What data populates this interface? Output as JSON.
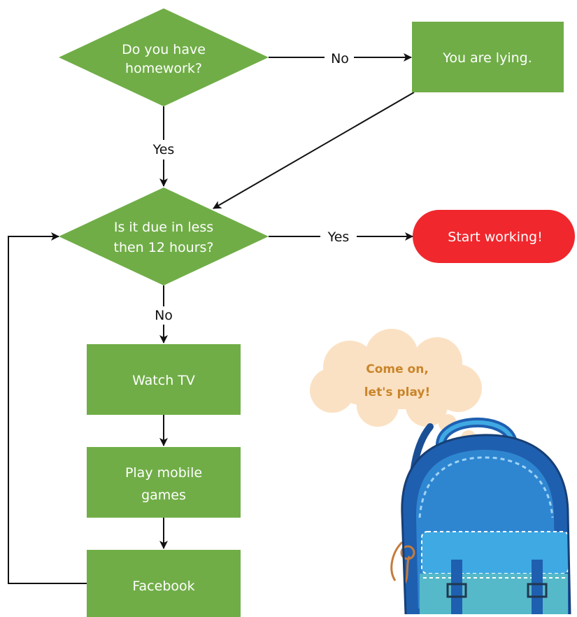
{
  "colors": {
    "node_fill": "#70ad47",
    "terminal_fill": "#f0272d",
    "edge": "#111111",
    "bubble_fill": "#fbe1c3",
    "bubble_text": "#c9852b",
    "backpack_dark": "#1f5fb0",
    "backpack_light": "#3fa9e3",
    "backpack_teal": "#56b9c9"
  },
  "nodes": {
    "homework_q": {
      "line1": "Do you have",
      "line2": "homework?"
    },
    "lying": {
      "label": "You are lying."
    },
    "due_q": {
      "line1": "Is it due in less",
      "line2": "then 12 hours?"
    },
    "start": {
      "label": "Start working!"
    },
    "tv": {
      "label": "Watch TV"
    },
    "mobile": {
      "line1": "Play mobile",
      "line2": "games"
    },
    "facebook": {
      "label": "Facebook"
    }
  },
  "edges": {
    "homework_no": "No",
    "homework_yes": "Yes",
    "due_yes": "Yes",
    "due_no": "No"
  },
  "bubble": {
    "line1": "Come on,",
    "line2": "let's play!"
  },
  "icons": {
    "mascot": "backpack-icon"
  }
}
